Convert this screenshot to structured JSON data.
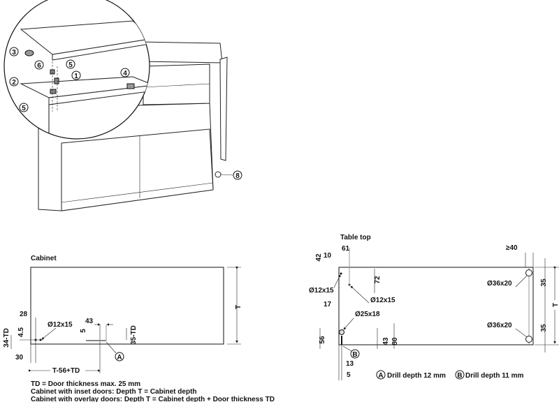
{
  "illustration": {
    "callouts": [
      "1",
      "2",
      "3",
      "4",
      "5",
      "5",
      "6",
      "8"
    ]
  },
  "cabinet": {
    "title": "Cabinet",
    "dims": {
      "T": "T",
      "d28": "28",
      "hole": "Ø12x15",
      "d4_5": "4.5",
      "d34td": "34-TD",
      "d30": "30",
      "t56td": "T-56+TD",
      "d43": "43",
      "d5": "5",
      "d35td": "35-TD",
      "marker_a": "A"
    },
    "notes": [
      "TD = Door thickness max. 25 mm",
      "Cabinet with inset doors: Depth T = Cabinet depth",
      "Cabinet with overlay doors: Depth T = Cabinet depth + Door thickness TD"
    ]
  },
  "tabletop": {
    "title": "Table top",
    "dims": {
      "d42": "42",
      "d10": "10",
      "d61": "61",
      "hole1": "Ø12x15",
      "d72": "72",
      "hole2": "Ø12x15",
      "d17": "17",
      "hole3": "Ø25x18",
      "d56": "56",
      "d43": "43",
      "d80": "80",
      "marker_b": "B",
      "d13": "13",
      "d5": "5",
      "ge40": "≥40",
      "hole4": "Ø36x20",
      "hole5": "Ø36x20",
      "d35a": "35",
      "d35b": "35",
      "T": "T"
    },
    "legend": [
      {
        "marker": "A",
        "text": "Drill depth 12 mm"
      },
      {
        "marker": "B",
        "text": "Drill depth 11 mm"
      }
    ]
  }
}
